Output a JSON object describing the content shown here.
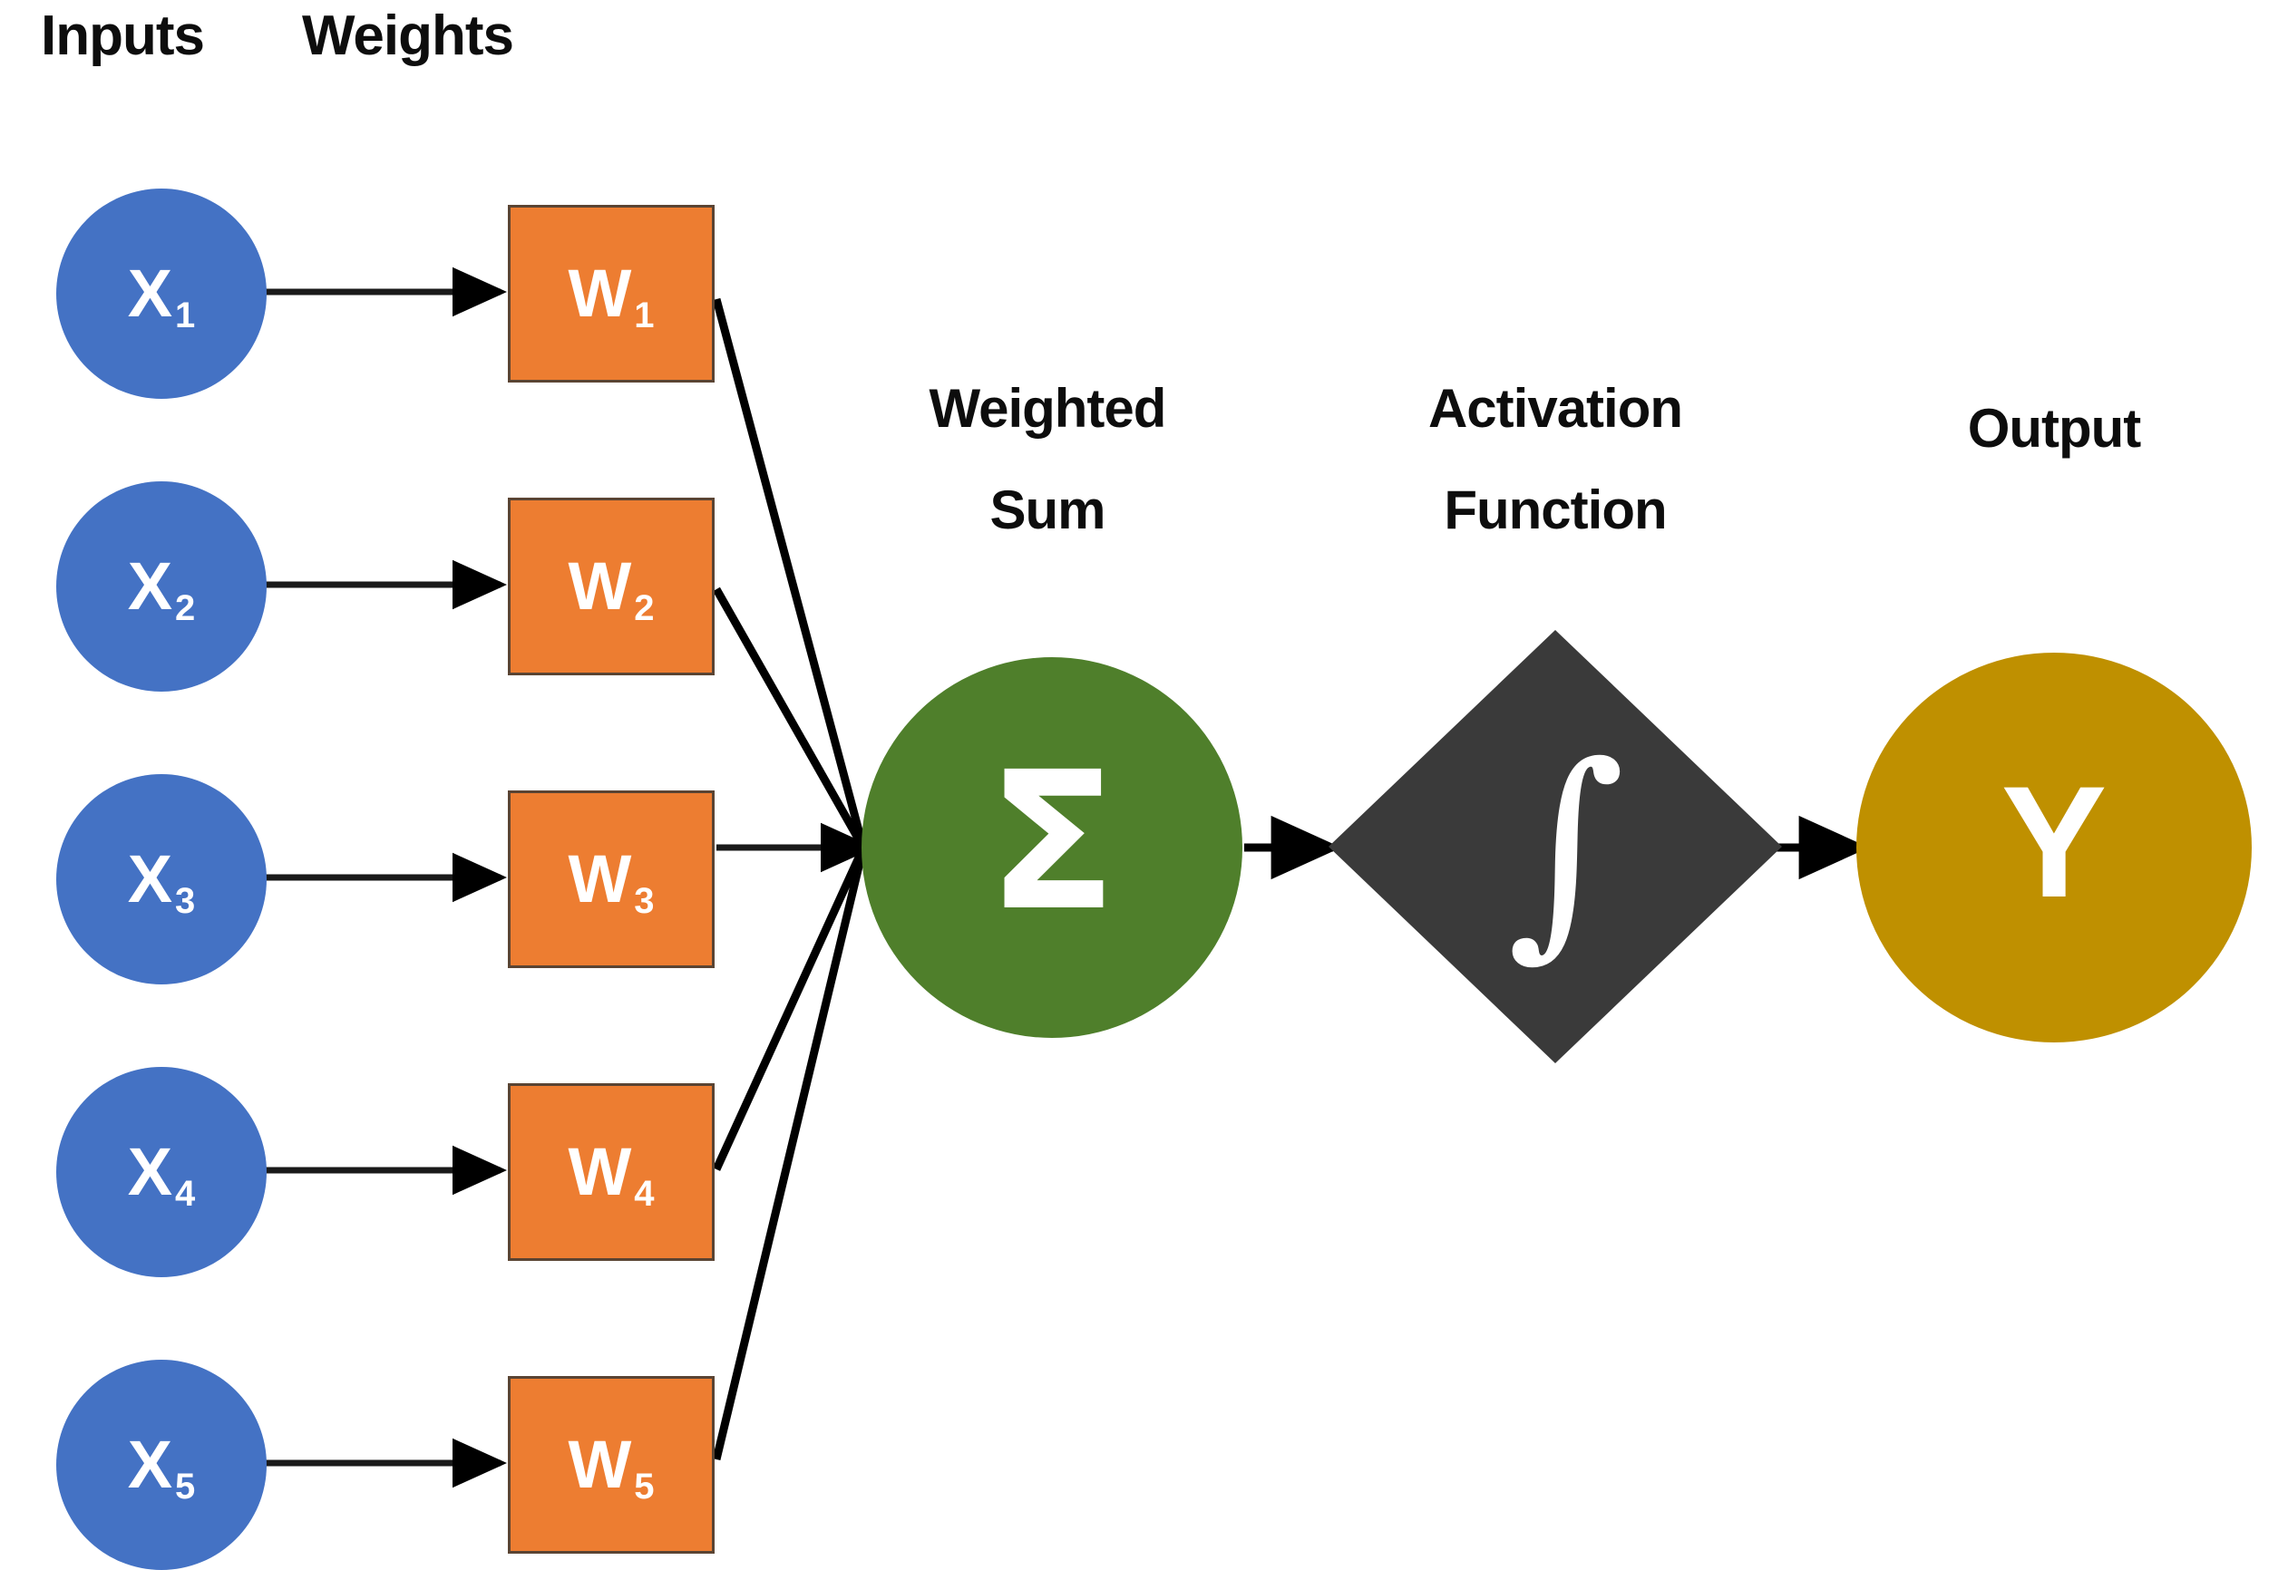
{
  "diagram": {
    "title_labels": {
      "inputs": "Inputs",
      "weights": "Weights",
      "weighted_sum_line1": "Weighted",
      "weighted_sum_line2": "Sum",
      "activation_line1": "Activation",
      "activation_line2": "Function",
      "output": "Output"
    },
    "colors": {
      "input_node": "#4472C4",
      "weight_box": "#ED7D31",
      "weight_box_border": "#5A4433",
      "sum_node": "#4F7F2B",
      "activation_node": "#3A3A3A",
      "output_node": "#BF9000",
      "text_on_shape": "#FFFFFF",
      "label_text": "#0D0D0D",
      "connector": "#000000",
      "background": "#FFFFFF"
    },
    "inputs": [
      {
        "base": "X",
        "sub": "1"
      },
      {
        "base": "X",
        "sub": "2"
      },
      {
        "base": "X",
        "sub": "3"
      },
      {
        "base": "X",
        "sub": "4"
      },
      {
        "base": "X",
        "sub": "5"
      }
    ],
    "weights": [
      {
        "base": "W",
        "sub": "1"
      },
      {
        "base": "W",
        "sub": "2"
      },
      {
        "base": "W",
        "sub": "3"
      },
      {
        "base": "W",
        "sub": "4"
      },
      {
        "base": "W",
        "sub": "5"
      }
    ],
    "sum_symbol": "Σ",
    "activation_symbol": "∫",
    "output_symbol": "Y"
  }
}
